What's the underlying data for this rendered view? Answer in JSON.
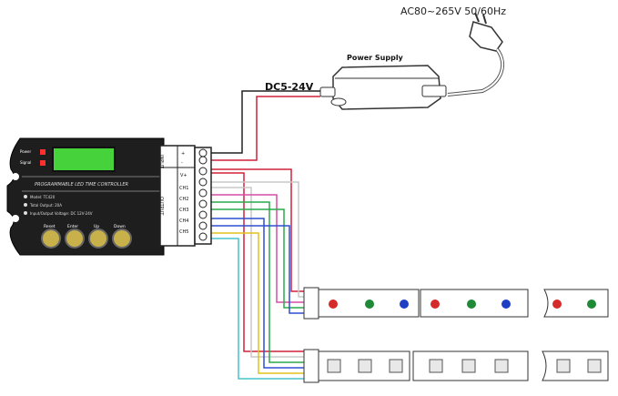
{
  "ac_label": "AC80~265V 50/60Hz",
  "power_supply_label": "Power Supply",
  "dc_label": "DC5-24V",
  "controller": {
    "indicators": [
      "Power",
      "Signal"
    ],
    "title": "PROGRAMMABLE LED TIME CONTROLLER",
    "specs": [
      "Model: TC420",
      "Total Output: 20A",
      "Input/Output Voltage: DC 12V-24V"
    ],
    "buttons": [
      "Reset",
      "Enter",
      "Up",
      "Down"
    ],
    "terminal_input_label": "INPUT",
    "terminal_output_label": "OUTPUT",
    "terminals": [
      "+",
      "-",
      "V+",
      "CH1",
      "CH2",
      "CH3",
      "CH4",
      "CH5"
    ]
  },
  "colors": {
    "red_wire": "#d0203a",
    "white_wire": "#c8c8c8",
    "magenta_wire": "#d64ea6",
    "green_wire": "#2aa84a",
    "blue_wire": "#2f4fd0",
    "yellow_wire": "#e0c21a",
    "cyan_wire": "#46c4cc",
    "controller_body": "#1e1e1e",
    "lcd": "#46d23a",
    "led_red": "#d52a2a",
    "led_green": "#1f8a35",
    "led_blue": "#1d3fc4"
  }
}
